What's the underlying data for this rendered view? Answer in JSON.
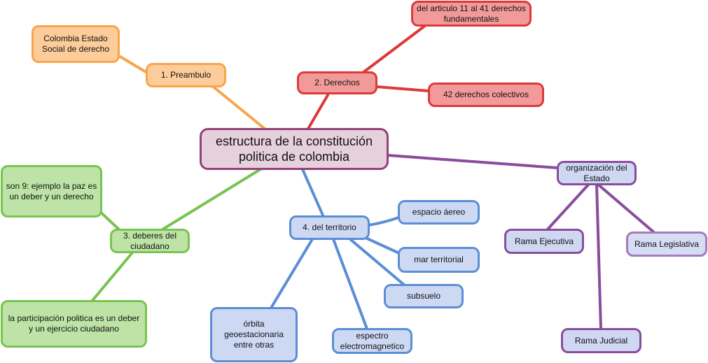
{
  "diagram": {
    "central": {
      "label": "estructura de la constitución politica de colombia"
    },
    "preambulo": {
      "label": "1. Preambulo"
    },
    "estado_social": {
      "label": "Colombia Estado Social de derecho"
    },
    "derechos": {
      "label": "2. Derechos"
    },
    "derechos_fundamentales": {
      "label": "del articulo 11 al 41 derechos fundamentales"
    },
    "derechos_colectivos": {
      "label": "42 derechos colectivos"
    },
    "deberes": {
      "label": "3. deberes del ciudadano"
    },
    "deber_paz": {
      "label": "son 9: ejemplo la paz es un deber y un derecho"
    },
    "deber_participacion": {
      "label": "la participación politica es un deber y un ejercicio ciudadano"
    },
    "territorio": {
      "label": "4. del territorio"
    },
    "espacio_aereo": {
      "label": "espacio áereo"
    },
    "mar_territorial": {
      "label": "mar territorial"
    },
    "subsuelo": {
      "label": "subsuelo"
    },
    "espectro": {
      "label": "espectro electromagnetico"
    },
    "orbita": {
      "label": "órbita geoestacionaria entre otras"
    },
    "organizacion": {
      "label": "organización del Estado"
    },
    "rama_ejecutiva": {
      "label": "Rama Ejecutiva"
    },
    "rama_legislativa": {
      "label": "Rama Legislativa"
    },
    "rama_judicial": {
      "label": "Rama Judicial"
    }
  },
  "colors": {
    "orange": "#f8a54c",
    "red": "#dc3a3a",
    "green": "#78c450",
    "blue": "#5b8ed6",
    "purple": "#8a4d9c",
    "lilac": "#a67bbb"
  }
}
